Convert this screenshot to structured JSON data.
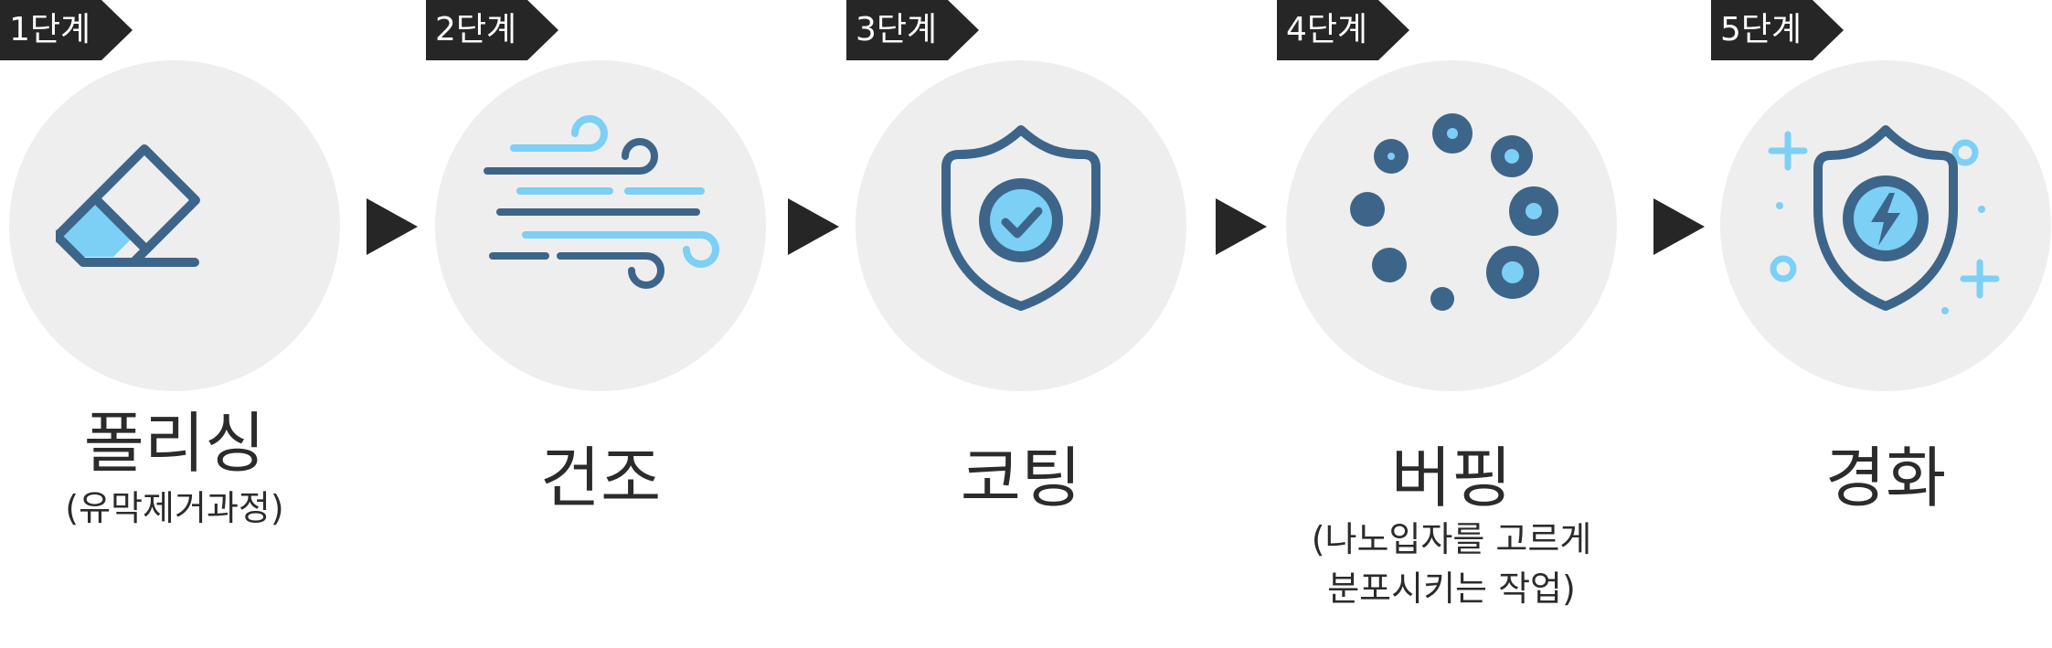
{
  "colors": {
    "tag_bg": "#262626",
    "circle_bg": "#eeeeee",
    "icon_dark": "#3d6589",
    "icon_light": "#7ccff5",
    "text": "#2b2b2b"
  },
  "steps": [
    {
      "tag": "1단계",
      "title": "폴리싱",
      "subtitle_lines": [
        "(유막제거과정)"
      ],
      "icon": "eraser-icon"
    },
    {
      "tag": "2단계",
      "title": "건조",
      "subtitle_lines": [],
      "icon": "wind-icon"
    },
    {
      "tag": "3단계",
      "title": "코팅",
      "subtitle_lines": [],
      "icon": "shield-check-icon"
    },
    {
      "tag": "4단계",
      "title": "버핑",
      "subtitle_lines": [
        "(나노입자를 고르게",
        "분포시키는 작업)"
      ],
      "icon": "particles-icon"
    },
    {
      "tag": "5단계",
      "title": "경화",
      "subtitle_lines": [],
      "icon": "shield-lightning-icon"
    }
  ]
}
